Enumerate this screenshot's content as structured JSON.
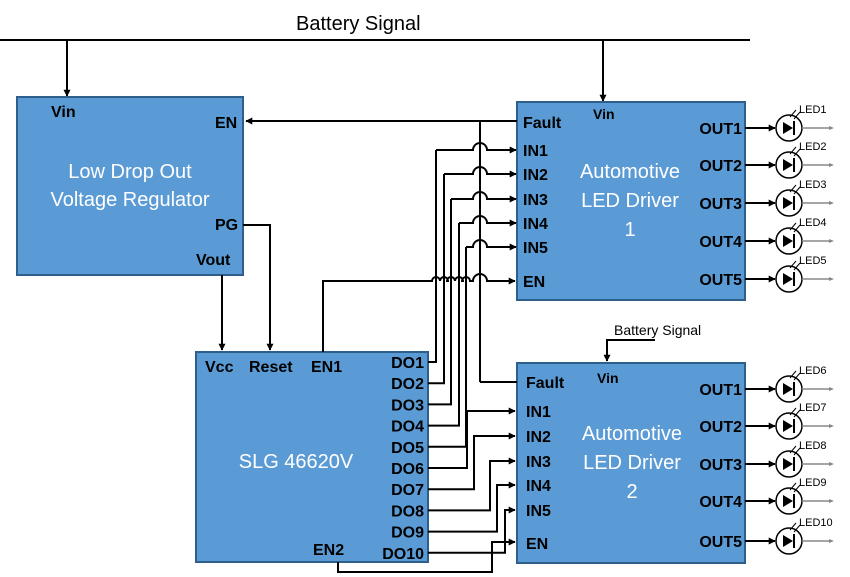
{
  "bus_label": "Battery Signal",
  "bus_label_small": "Battery Signal",
  "ldo": {
    "title1": "Low Drop Out",
    "title2": "Voltage Regulator",
    "pins": {
      "vin": "Vin",
      "en": "EN",
      "pg": "PG",
      "vout": "Vout"
    }
  },
  "slg": {
    "title": "SLG 46620V",
    "pins": {
      "vcc": "Vcc",
      "reset": "Reset",
      "en1": "EN1",
      "en2": "EN2",
      "do": [
        "DO1",
        "DO2",
        "DO3",
        "DO4",
        "DO5",
        "DO6",
        "DO7",
        "DO8",
        "DO9",
        "DO10"
      ]
    }
  },
  "drivers": [
    {
      "title1": "Automotive",
      "title2": "LED Driver",
      "title3": "1",
      "fault": "Fault",
      "vin": "Vin",
      "en": "EN",
      "inputs": [
        "IN1",
        "IN2",
        "IN3",
        "IN4",
        "IN5"
      ],
      "outputs": [
        "OUT1",
        "OUT2",
        "OUT3",
        "OUT4",
        "OUT5"
      ],
      "leds": [
        "LED1",
        "LED2",
        "LED3",
        "LED4",
        "LED5"
      ]
    },
    {
      "title1": "Automotive",
      "title2": "LED Driver",
      "title3": "2",
      "fault": "Fault",
      "vin": "Vin",
      "en": "EN",
      "inputs": [
        "IN1",
        "IN2",
        "IN3",
        "IN4",
        "IN5"
      ],
      "outputs": [
        "OUT1",
        "OUT2",
        "OUT3",
        "OUT4",
        "OUT5"
      ],
      "leds": [
        "LED6",
        "LED7",
        "LED8",
        "LED9",
        "LED10"
      ]
    }
  ]
}
